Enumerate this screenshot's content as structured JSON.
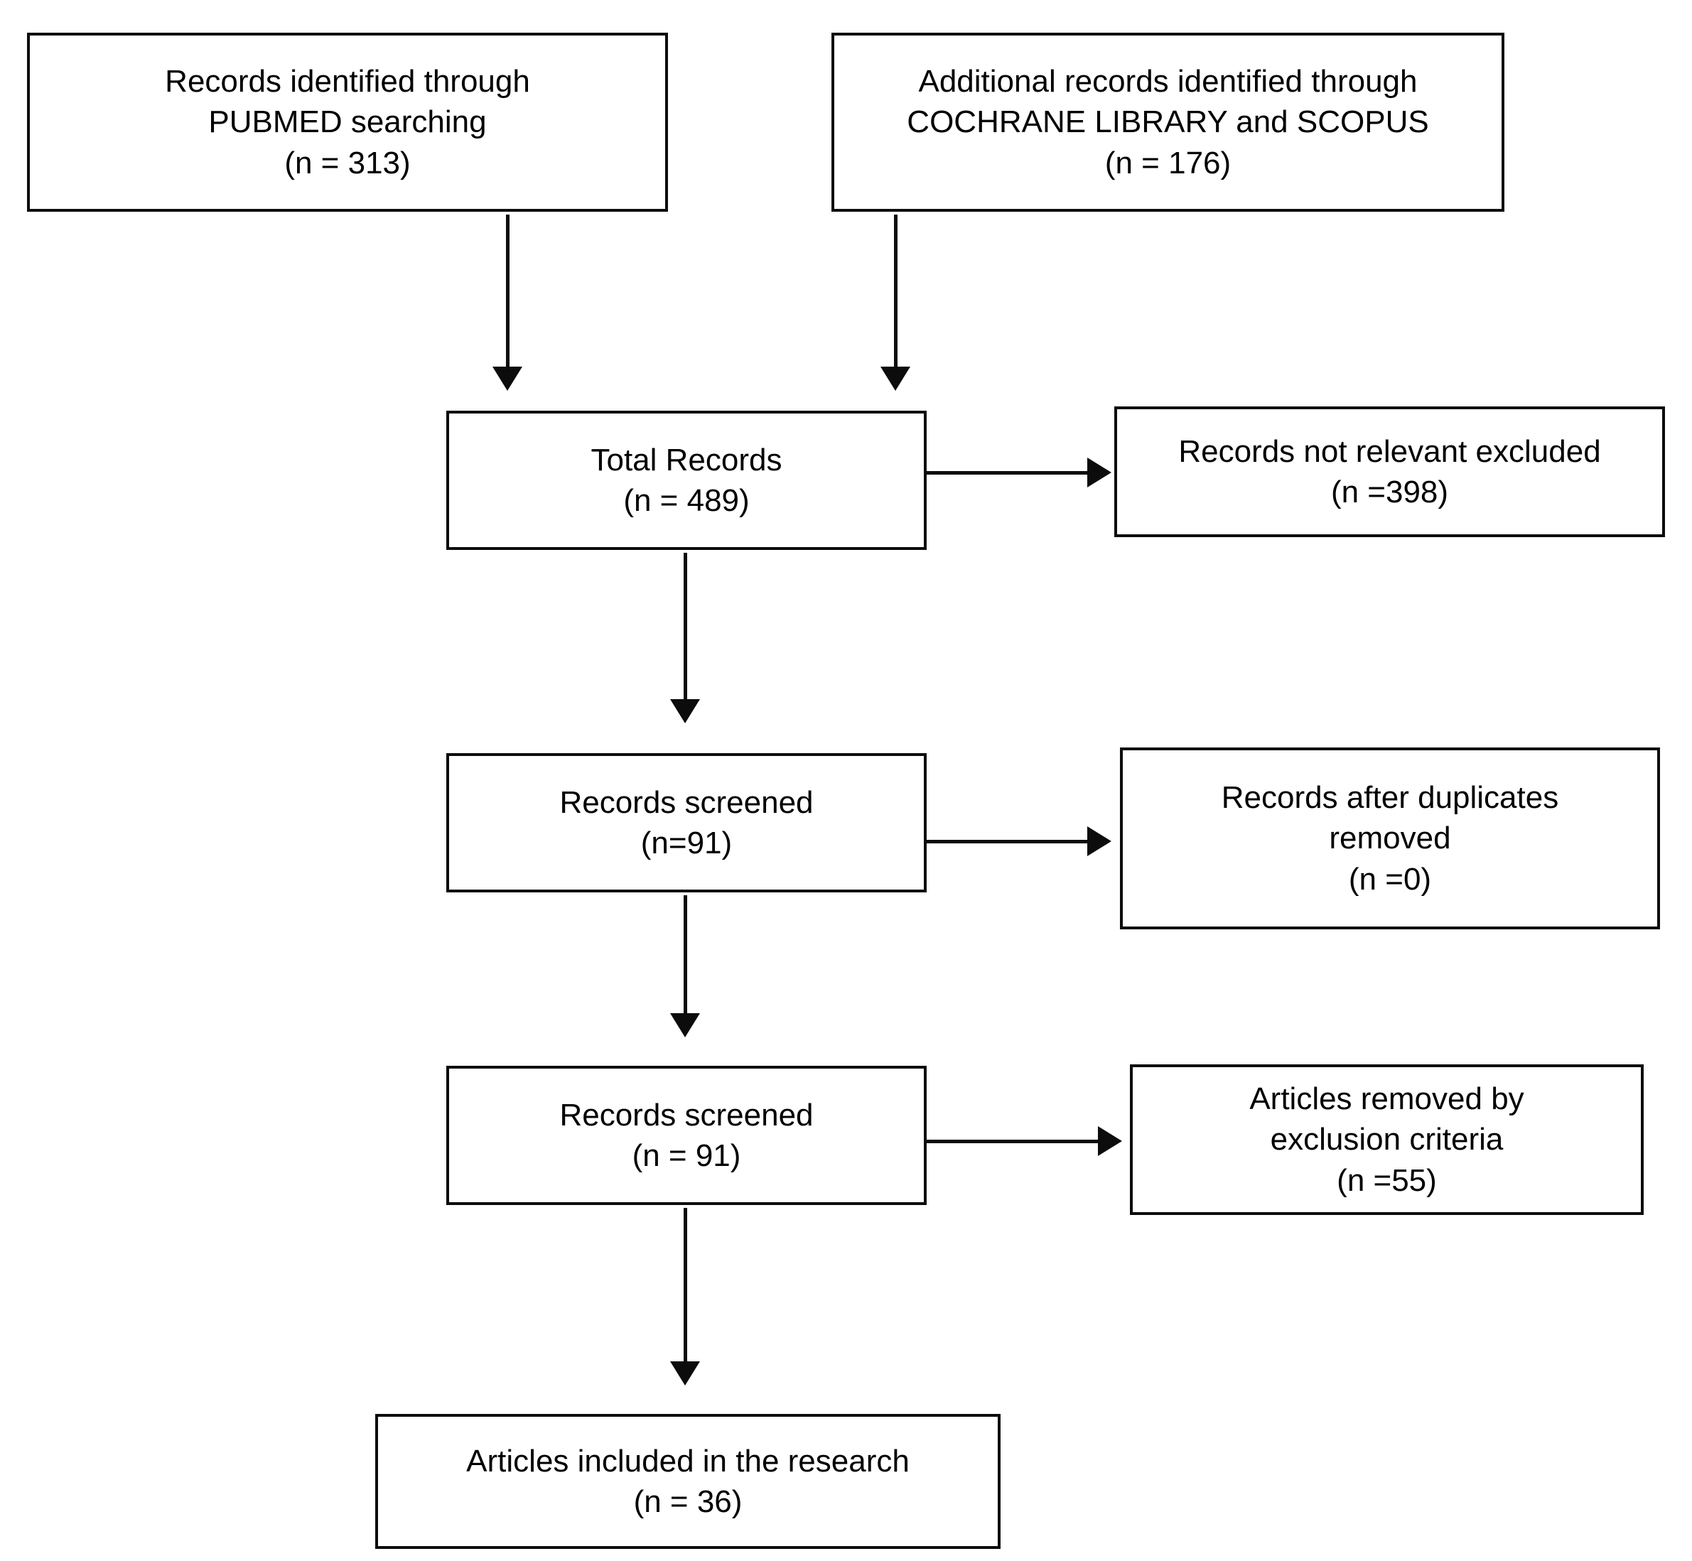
{
  "diagram": {
    "type": "prisma-flow-diagram",
    "colors": {
      "stroke": "#0c0c0c",
      "background": "#ffffff",
      "text": "#000000"
    },
    "nodes": {
      "pubmed": {
        "line1": "Records identified through",
        "line2": "PUBMED searching",
        "line3": "(n = 313)",
        "count": 313
      },
      "other_db": {
        "line1": "Additional records identified through",
        "line2": "COCHRANE LIBRARY and SCOPUS",
        "line3": "(n = 176)",
        "count": 176
      },
      "total_records": {
        "line1": "Total Records",
        "line2": "(n = 489)",
        "count": 489
      },
      "not_relevant": {
        "line1": "Records not relevant excluded",
        "line2": "(n =398)",
        "count": 398
      },
      "screened_1": {
        "line1": "Records screened",
        "line2": "(n=91)",
        "count": 91
      },
      "duplicates_removed": {
        "line1": "Records after duplicates",
        "line2": "removed",
        "line3": "(n =0)",
        "count": 0
      },
      "screened_2": {
        "line1": "Records screened",
        "line2": "(n = 91)",
        "count": 91
      },
      "exclusion_criteria": {
        "line1": "Articles removed by",
        "line2": "exclusion criteria",
        "line3": "(n =55)",
        "count": 55
      },
      "included": {
        "line1": "Articles included in the research",
        "line2": "(n = 36)",
        "count": 36
      }
    },
    "edges": [
      {
        "from": "pubmed",
        "to": "total_records",
        "direction": "down"
      },
      {
        "from": "other_db",
        "to": "total_records",
        "direction": "down"
      },
      {
        "from": "total_records",
        "to": "not_relevant",
        "direction": "right"
      },
      {
        "from": "total_records",
        "to": "screened_1",
        "direction": "down"
      },
      {
        "from": "screened_1",
        "to": "duplicates_removed",
        "direction": "right"
      },
      {
        "from": "screened_1",
        "to": "screened_2",
        "direction": "down"
      },
      {
        "from": "screened_2",
        "to": "exclusion_criteria",
        "direction": "right"
      },
      {
        "from": "screened_2",
        "to": "included",
        "direction": "down"
      }
    ]
  }
}
